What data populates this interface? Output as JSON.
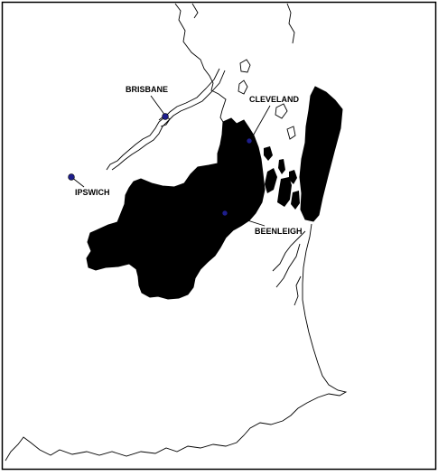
{
  "map": {
    "colors": {
      "background": "#ffffff",
      "border": "#000000",
      "coastline": "#000000",
      "shaded_region": "#000000",
      "city_marker": "#1e1e8c"
    },
    "cities": [
      {
        "id": "brisbane",
        "label": "BRISBANE"
      },
      {
        "id": "cleveland",
        "label": "CLEVELAND"
      },
      {
        "id": "ipswich",
        "label": "IPSWICH"
      },
      {
        "id": "beenleigh",
        "label": "BEENLEIGH"
      }
    ]
  }
}
